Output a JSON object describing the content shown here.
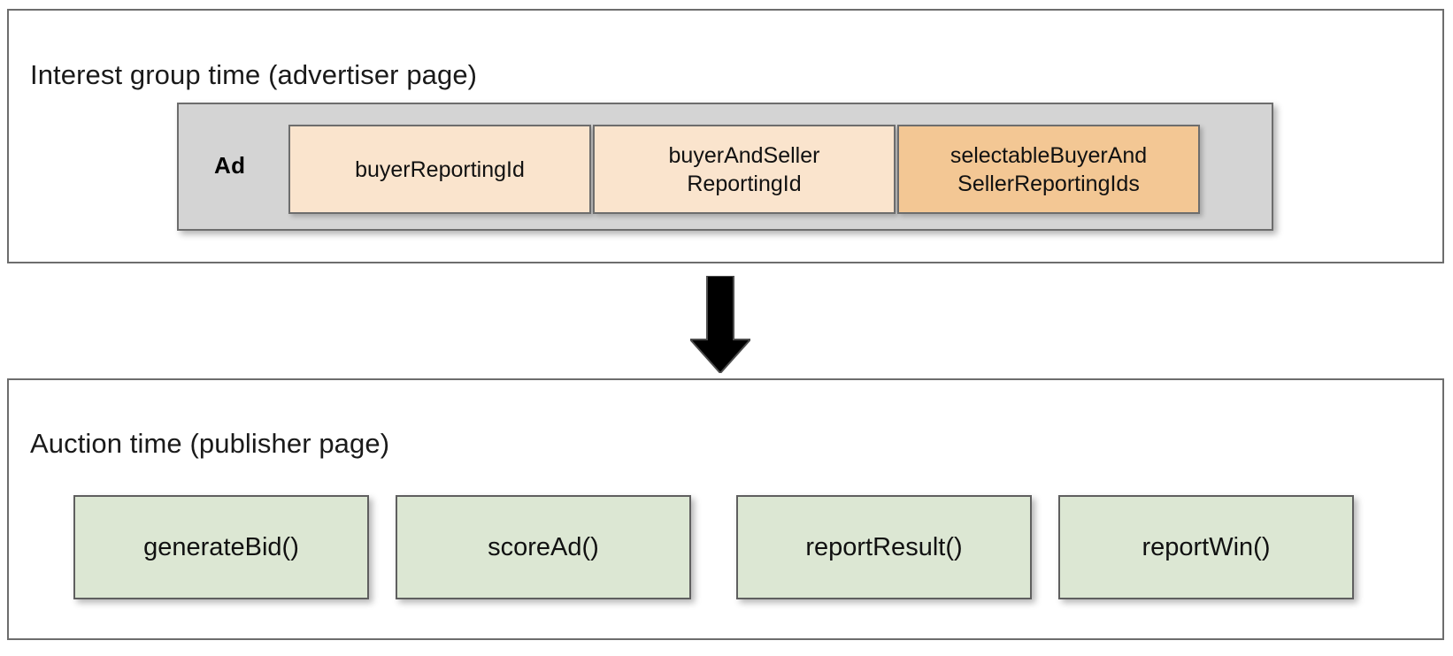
{
  "diagram": {
    "title_top": "Interest group time (advertiser page)",
    "title_bottom": "Auction time (publisher page)",
    "colors": {
      "panel_border": "#6d6d6d",
      "ad_container_fill": "#d4d4d4",
      "reporting_id_light": "#fae4cd",
      "reporting_id_dark": "#f3c794",
      "function_fill": "#dce7d3",
      "arrow_fill": "#000000",
      "text": "#111111"
    }
  },
  "advertiser_panel": {
    "title": "Interest group time (advertiser page)",
    "ad_group": {
      "label": "Ad",
      "reporting_ids": [
        {
          "label": "buyerReportingId",
          "tone": "light"
        },
        {
          "label": "buyerAndSeller\nReportingId",
          "tone": "light"
        },
        {
          "label": "selectableBuyerAnd\nSellerReportingIds",
          "tone": "dark"
        }
      ]
    }
  },
  "flow": {
    "arrow_icon": "arrow-down-icon",
    "direction": "down"
  },
  "auction_panel": {
    "title": "Auction time (publisher page)",
    "functions": [
      {
        "label": "generateBid()"
      },
      {
        "label": "scoreAd()"
      },
      {
        "label": "reportResult()"
      },
      {
        "label": "reportWin()"
      }
    ]
  }
}
